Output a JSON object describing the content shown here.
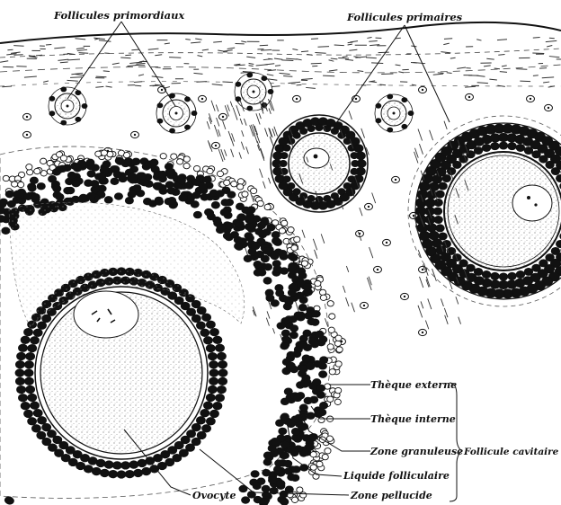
{
  "figure": {
    "top_labels": {
      "primordial": "Follicules primordiaux",
      "primary": "Follicules primaires"
    },
    "right_labels": {
      "theque_externe": "Thèque externe",
      "theque_interne": "Thèque interne",
      "zone_granuleuse": "Zone granuleuse",
      "liquide_folliculaire": "Liquide folliculaire",
      "zone_pellucide": "Zone pellucide"
    },
    "bottom_label": "Ovocyte",
    "group_label": "Follicule cavitaire"
  },
  "colors": {
    "ink": "#111111",
    "paper": "#ffffff",
    "stipple": "#8a8a8a"
  }
}
